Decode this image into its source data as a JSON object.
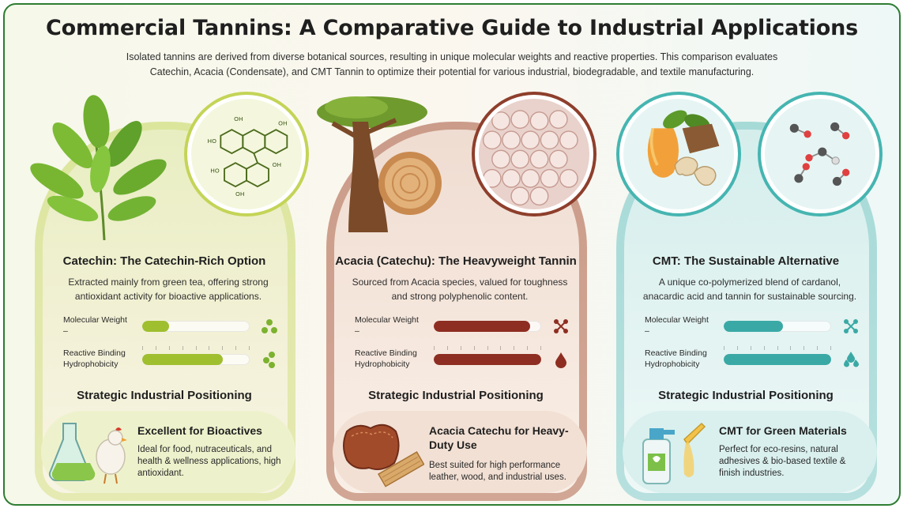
{
  "header": {
    "title": "Commercial Tannins: A Comparative Guide to Industrial Applications",
    "subtitle": "Isolated tannins are derived from diverse botanical sources, resulting in unique molecular weights and reactive properties. This comparison evaluates Catechin, Acacia (Condensate), and CMT Tannin to optimize their potential for various industrial, biodegradable, and textile manufacturing."
  },
  "columns": [
    {
      "title": "Catechin: The Catechin-Rich Option",
      "description": "Extracted mainly from green tea, offering strong antioxidant activity for bioactive applications.",
      "metric1_label": "Molecular Weight\n–",
      "metric1_level": 0.25,
      "metric2_label": "Reactive Binding\nHydrophobicity",
      "metric2_level": 0.75,
      "accent": "#9fbf2f",
      "strategic": "Strategic Industrial Positioning",
      "card_title": "Excellent for Bioactives",
      "card_text": "Ideal for food, nutraceuticals, and health & wellness applications, high antioxidant.",
      "art_left_icon": "tea-leaves-icon",
      "art_right_icon": "catechin-molecule-icon",
      "card_icon": "flask-and-hen-icon"
    },
    {
      "title": "Acacia (Catechu): The Heavyweight Tannin",
      "description": "Sourced from Acacia species, valued for toughness and strong polyphenolic content.",
      "metric1_label": "Molecular Weight\n–",
      "metric1_level": 0.9,
      "metric2_label": "Reactive Binding\nHydrophobicity",
      "metric2_level": 1.0,
      "accent": "#8e2e22",
      "strategic": "Strategic Industrial Positioning",
      "card_title": "Acacia Catechu for Heavy-Duty Use",
      "card_text": "Best suited for high performance leather, wood, and industrial uses.",
      "art_left_icon": "acacia-tree-icon",
      "art_right_icon": "wood-cells-icon",
      "card_icon": "leather-and-wood-icon"
    },
    {
      "title": "CMT: The Sustainable Alternative",
      "description": "A unique co-polymerized blend of cardanol, anacardic acid and tannin for sustainable sourcing.",
      "metric1_label": "Molecular Weight\n–",
      "metric1_level": 0.55,
      "metric2_label": "Reactive Binding\nHydrophobicity",
      "metric2_level": 1.0,
      "accent": "#3aa9a6",
      "strategic": "Strategic Industrial Positioning",
      "card_title": "CMT for Green Materials",
      "card_text": "Perfect for eco-resins, natural adhesives & bio-based textile & finish industries.",
      "art_left_icon": "cashew-fruit-icon",
      "art_right_icon": "molecule-network-icon",
      "card_icon": "spray-bottle-and-resin-icon"
    }
  ]
}
